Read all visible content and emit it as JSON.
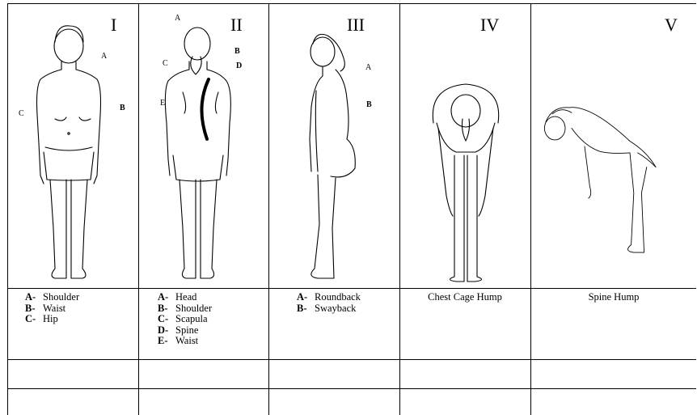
{
  "panels": [
    {
      "numeral": "I",
      "figure": "front-view",
      "markers": [
        "A",
        "B",
        "C"
      ],
      "caption": [
        {
          "key": "A-",
          "text": "Shoulder"
        },
        {
          "key": "B-",
          "text": "Waist"
        },
        {
          "key": "C-",
          "text": "Hip"
        }
      ]
    },
    {
      "numeral": "II",
      "figure": "back-view",
      "markers": [
        "A",
        "B",
        "C",
        "D",
        "E"
      ],
      "caption": [
        {
          "key": "A-",
          "text": "Head"
        },
        {
          "key": "B-",
          "text": "Shoulder"
        },
        {
          "key": "C-",
          "text": "Scapula"
        },
        {
          "key": "D-",
          "text": "Spine"
        },
        {
          "key": "E-",
          "text": "Waist"
        }
      ]
    },
    {
      "numeral": "III",
      "figure": "side-view",
      "markers": [
        "A",
        "B"
      ],
      "caption": [
        {
          "key": "A-",
          "text": "Roundback"
        },
        {
          "key": "B-",
          "text": "Swayback"
        }
      ]
    },
    {
      "numeral": "IV",
      "figure": "forward-bend-front",
      "markers": [],
      "caption_title": "Chest Cage Hump"
    },
    {
      "numeral": "V",
      "figure": "forward-bend-side",
      "markers": [],
      "caption_title": "Spine Hump"
    }
  ]
}
